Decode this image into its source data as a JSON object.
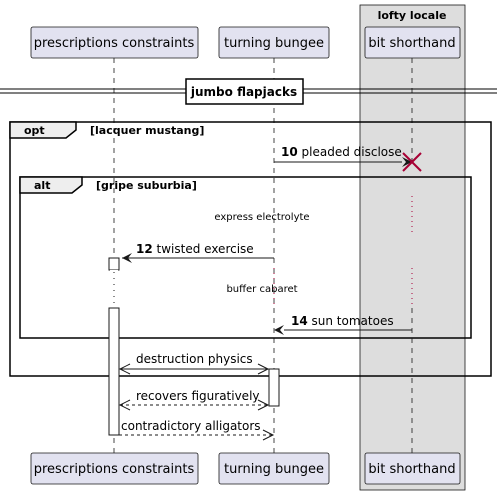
{
  "box": {
    "label": "lofty locale"
  },
  "participants": [
    {
      "id": "p1",
      "label": "prescriptions constraints"
    },
    {
      "id": "p2",
      "label": "turning bungee"
    },
    {
      "id": "p3",
      "label": "bit shorthand"
    }
  ],
  "divider": {
    "label": "jumbo flapjacks"
  },
  "opt_group": {
    "keyword": "opt",
    "condition": "[lacquer mustang]"
  },
  "alt_group": {
    "keyword": "alt",
    "condition": "[gripe suburbia]"
  },
  "delays": [
    {
      "label": "express electrolyte"
    },
    {
      "label": "buffer cabaret"
    }
  ],
  "messages": [
    {
      "number": "10",
      "text": "pleaded disclose",
      "from": "p2",
      "to": "p3",
      "style": "solid",
      "destroy": true
    },
    {
      "number": "12",
      "text": "twisted exercise",
      "from": "p2",
      "to": "p1",
      "style": "solid"
    },
    {
      "number": "14",
      "text": "sun tomatoes",
      "from": "p3",
      "to": "p2",
      "style": "solid"
    },
    {
      "number": "",
      "text": "destruction physics",
      "from": "p1",
      "to": "p2",
      "style": "solid",
      "bidirectional": true
    },
    {
      "number": "",
      "text": "recovers figuratively",
      "from": "p2",
      "to": "p1",
      "style": "dashed",
      "bidirectional": true
    },
    {
      "number": "",
      "text": "contradictory alligators",
      "from": "p1",
      "to": "p2",
      "style": "dashed"
    }
  ],
  "colors": {
    "participant_fill": "#e2e2f0",
    "participant_border": "#181818",
    "box_fill": "#dddddd",
    "lifeline": "#181818",
    "destroy": "#a80036",
    "frame_border": "#000000"
  }
}
